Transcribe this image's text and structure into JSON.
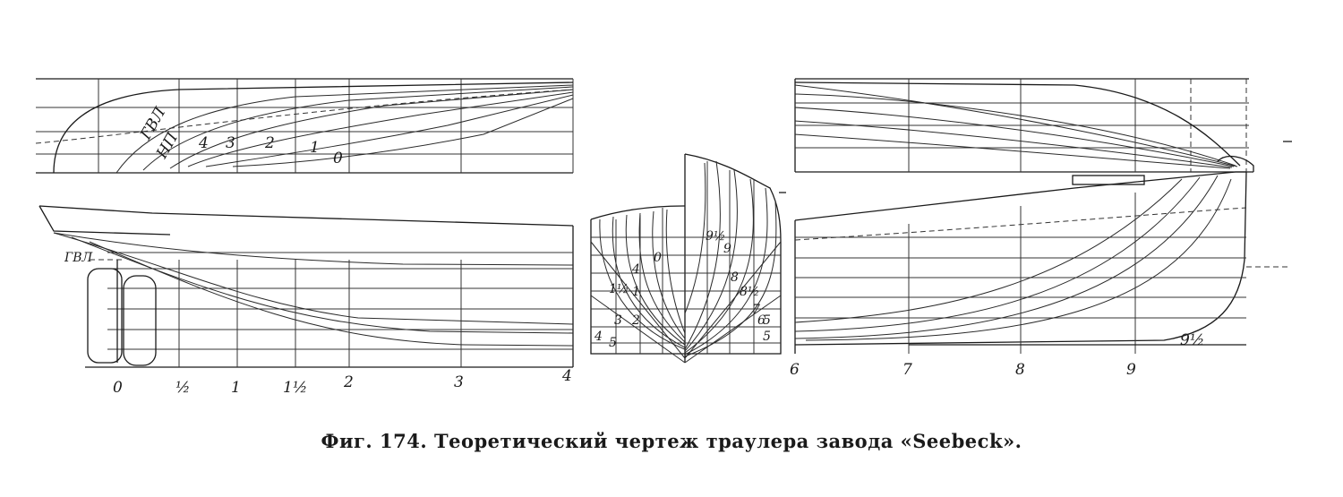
{
  "caption": "Фиг. 174. Теоретический чертеж траулера завода «Seebeck».",
  "plan_labels": {
    "gvl": "ГВЛ",
    "np": "НП",
    "wl4": "4",
    "wl3": "3",
    "wl2": "2",
    "wl1": "1",
    "wl0": "0"
  },
  "profile_labels": {
    "gvl": "ГВЛ"
  },
  "stations_aft": [
    "0",
    "½",
    "1",
    "1½",
    "2",
    "3",
    "4"
  ],
  "stations_fwd": [
    "6",
    "7",
    "8",
    "9"
  ],
  "station_9half": "9½",
  "body_plan_left": [
    "0",
    "4",
    "1½",
    "1",
    "3",
    "2",
    "4",
    "5"
  ],
  "body_plan_right": [
    "9½",
    "9",
    "8",
    "8½",
    "7",
    "6",
    "5",
    "5"
  ]
}
